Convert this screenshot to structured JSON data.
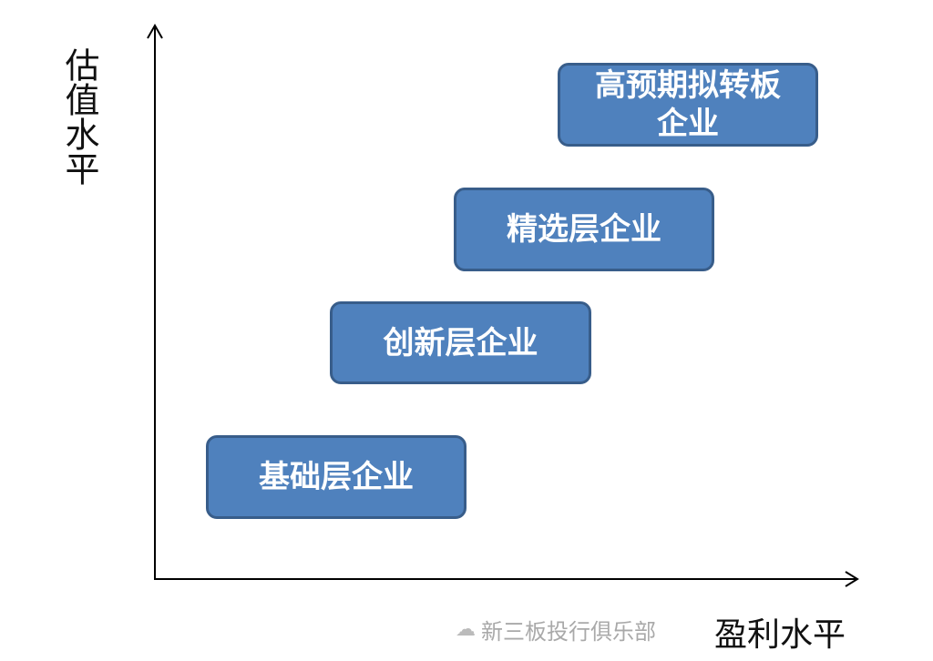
{
  "axes": {
    "y_label": "估值水平",
    "x_label": "盈利水平"
  },
  "boxes": [
    {
      "label": "基础层企业"
    },
    {
      "label": "创新层企业"
    },
    {
      "label": "精选层企业"
    },
    {
      "label": "高预期拟转板企业"
    }
  ],
  "watermark": {
    "text": "新三板投行俱乐部",
    "icon": "wechat-icon"
  },
  "colors": {
    "box_fill": "#4f81bd",
    "box_border": "#385d8a",
    "axis": "#000000"
  }
}
